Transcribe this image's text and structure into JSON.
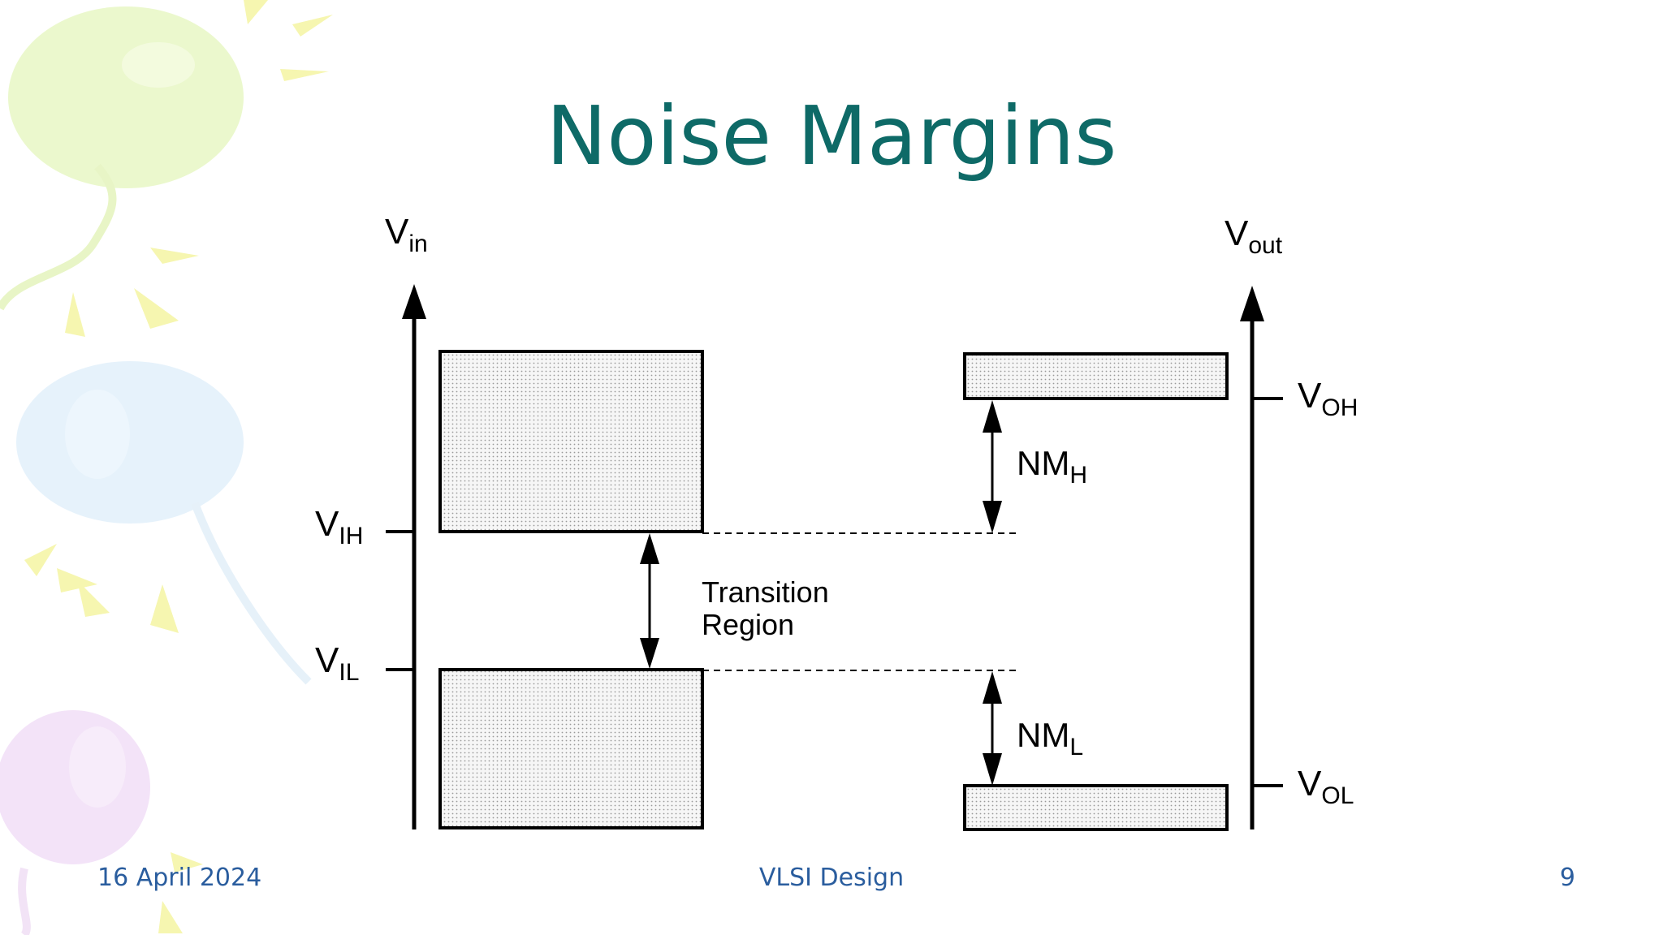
{
  "slide": {
    "title": "Noise Margins"
  },
  "diagram": {
    "input_axis_label": "V",
    "input_axis_sub": "in",
    "output_axis_label": "V",
    "output_axis_sub": "out",
    "v_ih": "V",
    "v_ih_sub": "IH",
    "v_il": "V",
    "v_il_sub": "IL",
    "v_oh": "V",
    "v_oh_sub": "OH",
    "v_ol": "V",
    "v_ol_sub": "OL",
    "nm_h": "NM",
    "nm_h_sub": "H",
    "nm_l": "NM",
    "nm_l_sub": "L",
    "transition_line1": "Transition",
    "transition_line2": "Region"
  },
  "footer": {
    "date": "16 April 2024",
    "center": "VLSI Design",
    "page": "9"
  }
}
